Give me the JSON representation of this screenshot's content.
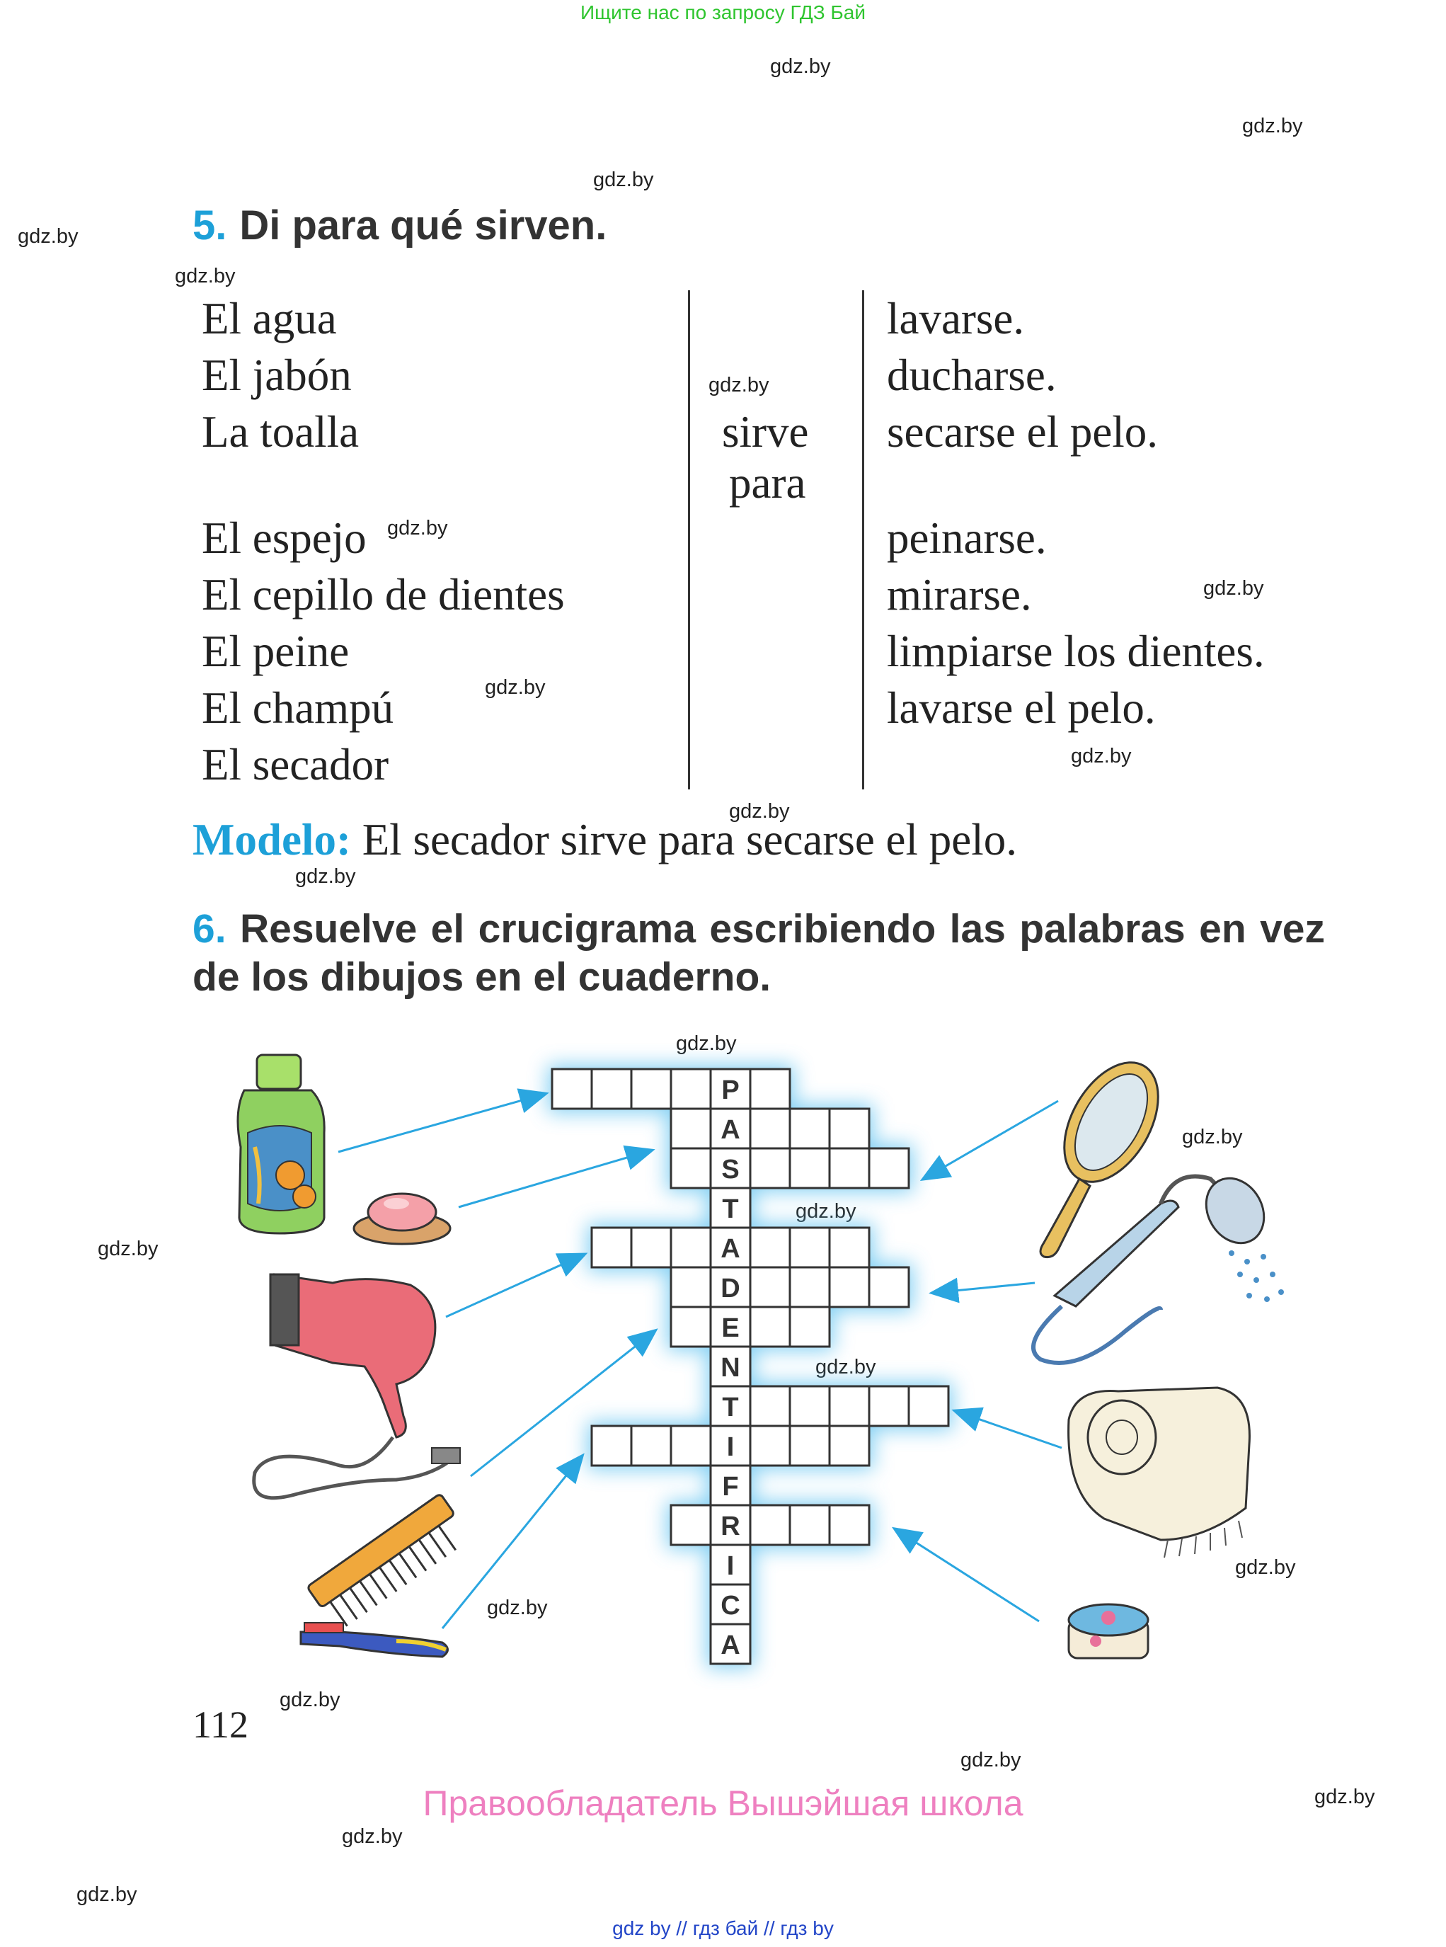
{
  "banner": "Ищите нас по запросу ГДЗ Бай",
  "watermark": "gdz.by",
  "exercise5": {
    "number": "5.",
    "title": "Di para qué sirven.",
    "subjects": [
      "El agua",
      "El jabón",
      "La toalla",
      "El espejo",
      "El cepillo de dientes",
      "El peine",
      "El champú",
      "El secador"
    ],
    "verb_line1": "sirve",
    "verb_line2": "para",
    "purposes": [
      "lavarse.",
      "ducharse.",
      "secarse el pelo.",
      "peinarse.",
      "mirarse.",
      "limpiarse los dientes.",
      "lavarse el pelo."
    ],
    "model_label": "Modelo:",
    "model_text": " El secador sirve para secarse el pelo."
  },
  "exercise6": {
    "number": "6.",
    "title": "Resuelve el crucigrama escribiendo las palabras en vez de los dibujos en el cuaderno.",
    "vertical_word": "PASTADENTIFRICA",
    "pictures": {
      "left": [
        "shampoo-bottle",
        "soap",
        "hair-dryer",
        "comb",
        "toothbrush"
      ],
      "right": [
        "hand-mirror",
        "shower-head",
        "towel",
        "cream-jar"
      ]
    }
  },
  "page_number": "112",
  "copyright": "Правообладатель Вышэйшая школа",
  "footer_links": "gdz by  //  гдз бай  //  гдз by",
  "colors": {
    "accent": "#1da0d8",
    "banner": "#2fc52f",
    "copyright": "#ee80c0",
    "links": "#2346c8"
  }
}
